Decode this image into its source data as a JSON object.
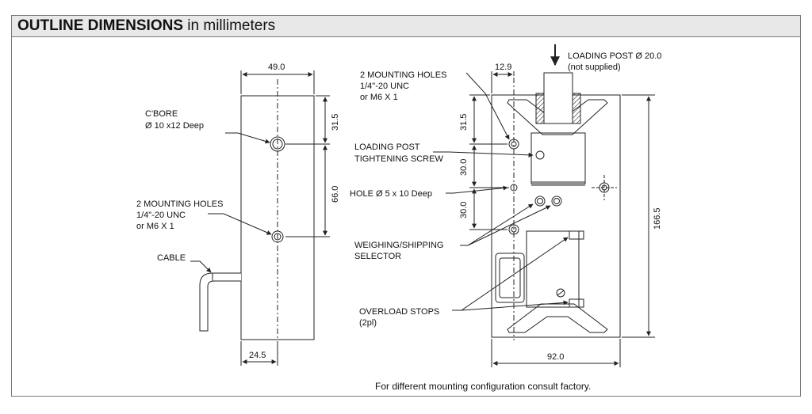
{
  "header": {
    "title_bold": "OUTLINE DIMENSIONS",
    "title_rest": " in millimeters"
  },
  "side_view": {
    "width_dim": "49.0",
    "dim_top": "31.5",
    "dim_hole_spacing": "66.0",
    "dim_cable_offset": "24.5",
    "cbore_label_1": "C'BORE",
    "cbore_label_2": "Ø 10 x12 Deep",
    "holes_label_1": "2 MOUNTING HOLES",
    "holes_label_2": "1/4\"-20 UNC",
    "holes_label_3": "or M6 X 1",
    "cable_label": "CABLE"
  },
  "front_view": {
    "dim_offset": "12.9",
    "dim_top": "31.5",
    "dim_spacing_1": "30.0",
    "dim_spacing_2": "30.0",
    "dim_height": "166.5",
    "dim_width": "92.0",
    "loading_post_1": "LOADING POST Ø 20.0",
    "loading_post_2": "(not supplied)",
    "holes_label_1": "2 MOUNTING HOLES",
    "holes_label_2": "1/4\"-20 UNC",
    "holes_label_3": "or M6 X 1",
    "screw_label_1": "LOADING POST",
    "screw_label_2": "TIGHTENING SCREW",
    "hole_label": "HOLE Ø 5 x 10 Deep",
    "selector_label_1": "WEIGHING/SHIPPING",
    "selector_label_2": "SELECTOR",
    "stops_label_1": "OVERLOAD STOPS",
    "stops_label_2": "(2pl)"
  },
  "footnote": "For different mounting configuration consult factory."
}
